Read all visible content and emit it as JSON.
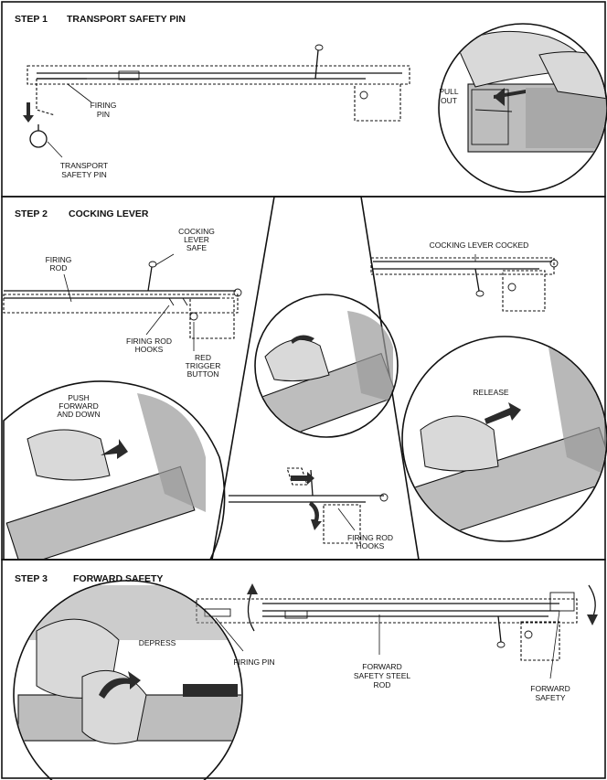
{
  "step1": {
    "title": "STEP 1",
    "subtitle": "TRANSPORT SAFETY PIN",
    "labels": {
      "firing_pin_1": "FIRING",
      "firing_pin_2": "PIN",
      "transport_1": "TRANSPORT",
      "transport_2": "SAFETY PIN",
      "pull_1": "PULL",
      "pull_2": "OUT"
    }
  },
  "step2": {
    "title": "STEP 2",
    "subtitle": "COCKING LEVER",
    "labels": {
      "cocking_safe_1": "COCKING",
      "cocking_safe_2": "LEVER",
      "cocking_safe_3": "SAFE",
      "firing_rod_1": "FIRING",
      "firing_rod_2": "ROD",
      "hooks_a_1": "FIRING ROD",
      "hooks_a_2": "HOOKS",
      "red_1": "RED",
      "red_2": "TRIGGER",
      "red_3": "BUTTON",
      "cocked": "COCKING LEVER COCKED",
      "push_1": "PUSH",
      "push_2": "FORWARD",
      "push_3": "AND DOWN",
      "release": "RELEASE",
      "hooks_b_1": "FIRING ROD",
      "hooks_b_2": "HOOKS"
    }
  },
  "step3": {
    "title": "STEP 3",
    "subtitle": "FORWARD SAFETY",
    "labels": {
      "depress": "DEPRESS",
      "firing_pin": "FIRING PIN",
      "fwd_rod_1": "FORWARD",
      "fwd_rod_2": "SAFETY STEEL",
      "fwd_rod_3": "ROD",
      "fwd_safety_1": "FORWARD",
      "fwd_safety_2": "SAFETY"
    }
  }
}
